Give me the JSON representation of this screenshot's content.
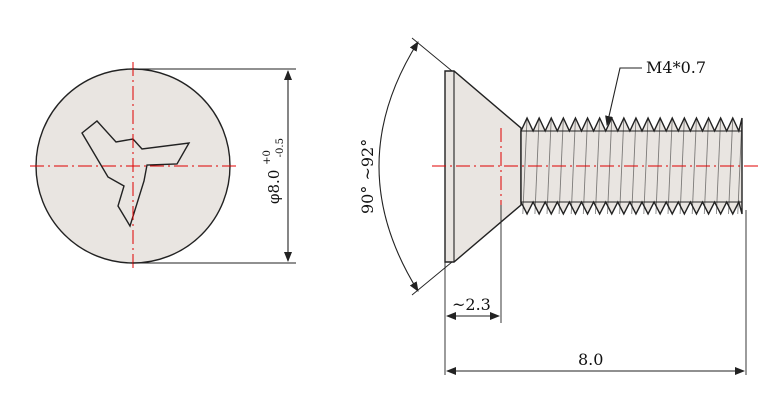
{
  "colors": {
    "outline": "#222222",
    "part_fill": "#e9e5e1",
    "centerline": "#e00000",
    "background": "#ffffff"
  },
  "top_view": {
    "diameter_prefix": "φ8.0",
    "tol_upper": "+0",
    "tol_lower": "-0.5",
    "drive_type": "tri-wing-recess"
  },
  "side_view": {
    "thread_callout": "M4*0.7",
    "angle_text": "90° ~92°",
    "head_height_text": "~2.3",
    "overall_length_text": "8.0"
  }
}
